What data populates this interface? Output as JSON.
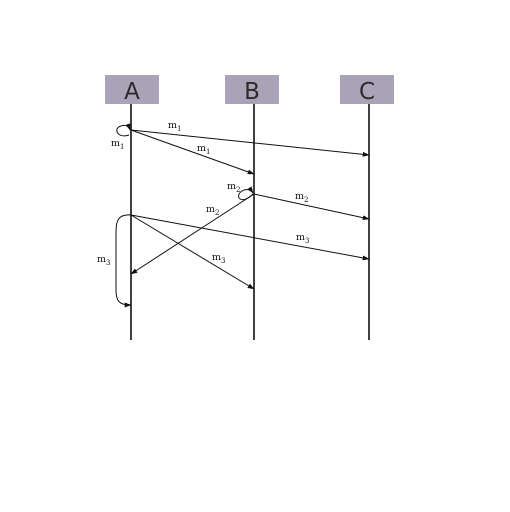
{
  "processes": [
    {
      "id": "A",
      "label": "A"
    },
    {
      "id": "B",
      "label": "B"
    },
    {
      "id": "C",
      "label": "C"
    }
  ],
  "messages": [
    {
      "id": "m1-self",
      "name": "m",
      "sub": "1",
      "from": "A",
      "to": "A"
    },
    {
      "id": "m1-a-c",
      "name": "m",
      "sub": "1",
      "from": "A",
      "to": "C"
    },
    {
      "id": "m1-a-b",
      "name": "m",
      "sub": "1",
      "from": "A",
      "to": "B"
    },
    {
      "id": "m2-self",
      "name": "m",
      "sub": "2",
      "from": "B",
      "to": "B"
    },
    {
      "id": "m2-b-a",
      "name": "m",
      "sub": "2",
      "from": "B",
      "to": "A"
    },
    {
      "id": "m2-b-c",
      "name": "m",
      "sub": "2",
      "from": "B",
      "to": "C"
    },
    {
      "id": "m3-a-c",
      "name": "m",
      "sub": "3",
      "from": "A",
      "to": "C"
    },
    {
      "id": "m3-a-b",
      "name": "m",
      "sub": "3",
      "from": "A",
      "to": "B"
    },
    {
      "id": "m3-self",
      "name": "m",
      "sub": "3",
      "from": "A",
      "to": "A"
    }
  ],
  "colors": {
    "process_box": "#aaa3b8",
    "ink": "#111111"
  }
}
